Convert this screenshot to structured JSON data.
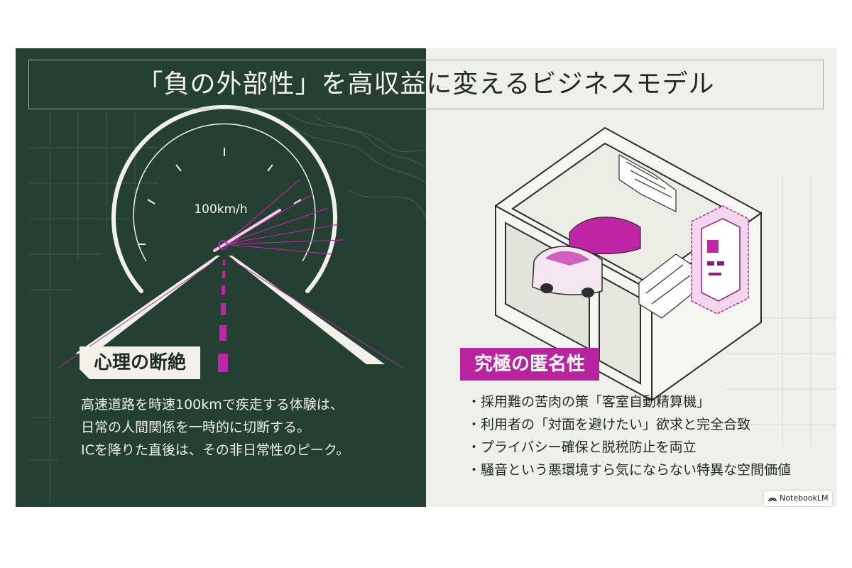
{
  "title": "「負の外部性」を高収益に変えるビジネスモデル",
  "left": {
    "speed_label": "100km/h",
    "heading": "心理の断絶",
    "paragraph": [
      "高速道路を時速100kmで疾走する体験は、",
      "日常の人間関係を一時的に切断する。",
      "ICを降りた直後は、その非日常性のピーク。"
    ]
  },
  "right": {
    "heading": "究極の匿名性",
    "bullets": [
      "採用難の苦肉の策「客室自動精算機」",
      "利用者の「対面を避けたい」欲求と完全合致",
      "プライバシー確保と脱税防止を両立",
      "騒音という悪環境すら気にならない特異な空間価値"
    ]
  },
  "badge": "NotebookLM",
  "colors": {
    "dark_green": "#234033",
    "light_bg": "#f0f0ea",
    "magenta": "#b8239e"
  },
  "icons": [
    "speedometer-icon",
    "road-icon",
    "garage-building-icon",
    "car-icon",
    "payment-machine-icon",
    "notebooklm-logo-icon"
  ]
}
